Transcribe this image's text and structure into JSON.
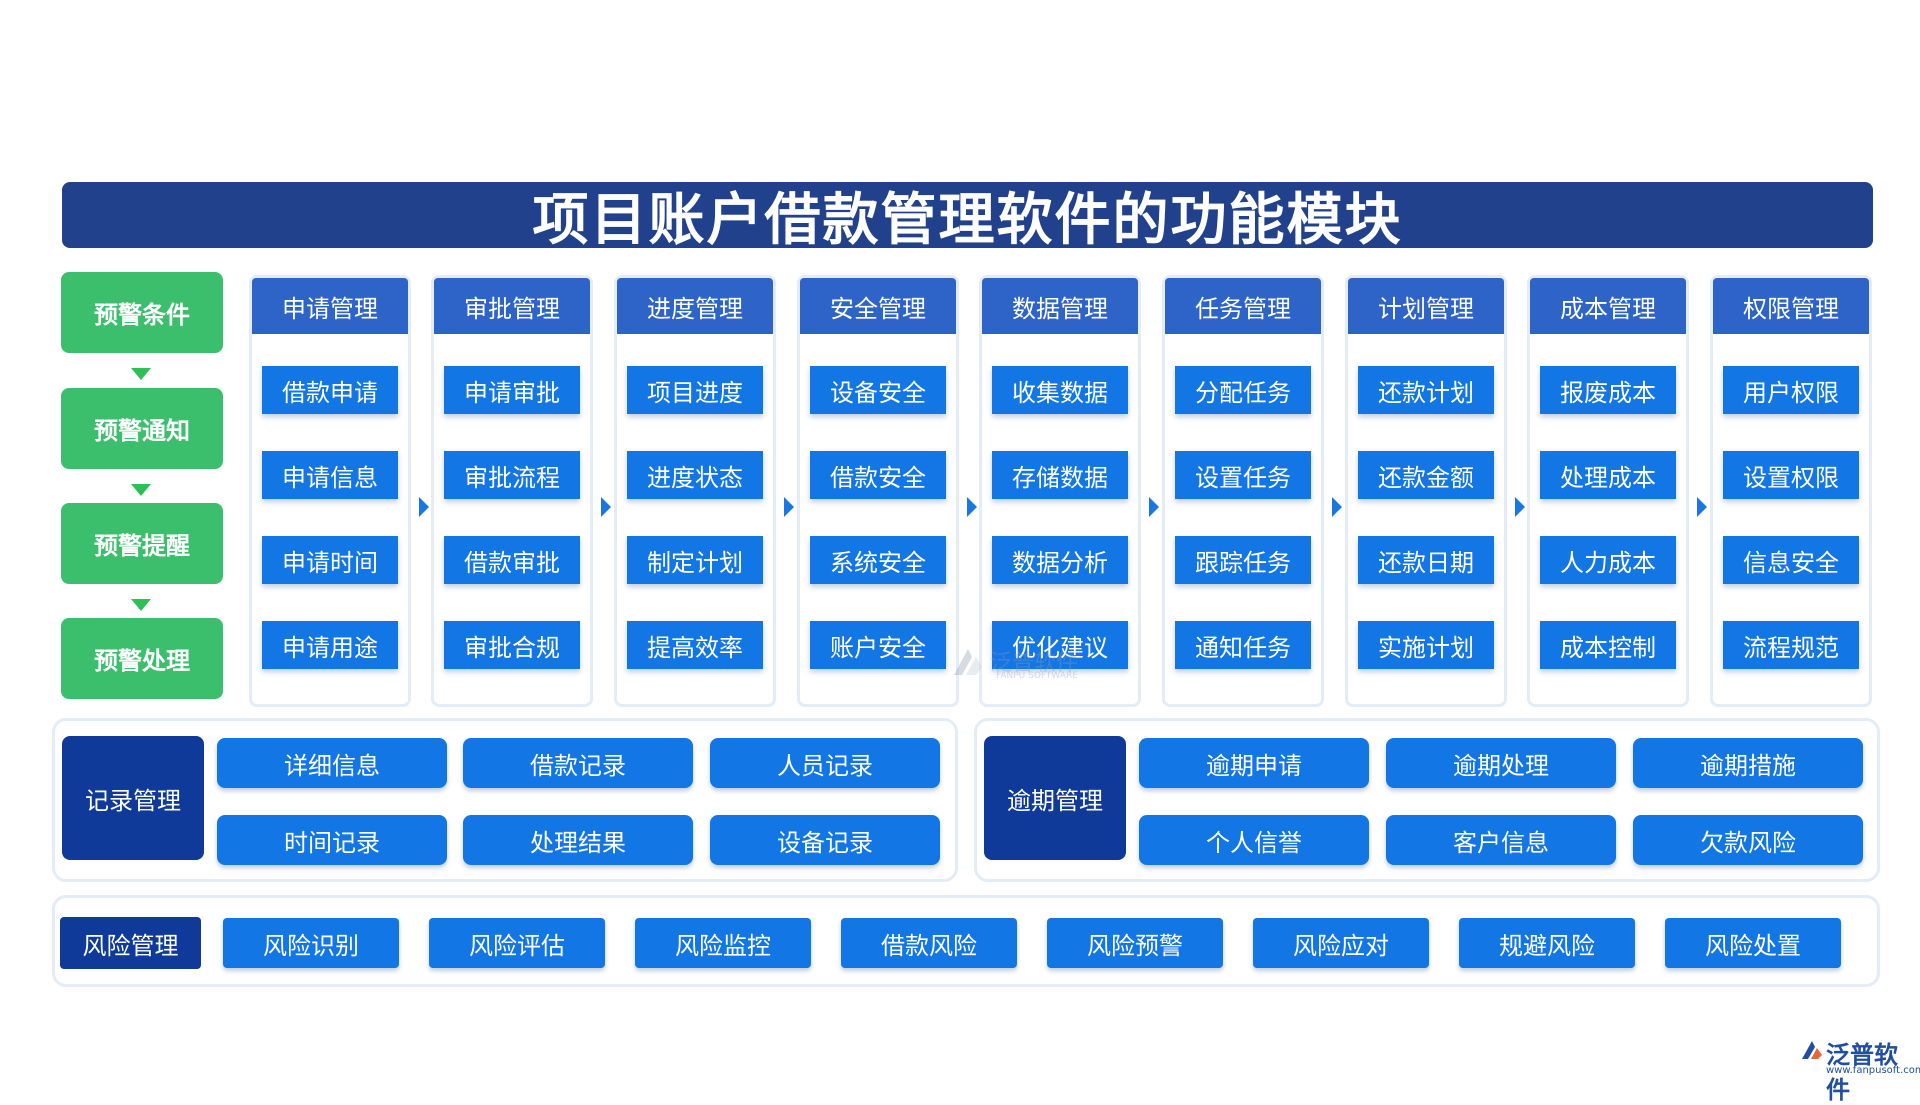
{
  "title": "项目账户借款管理软件的功能模块",
  "warning_steps": [
    "预警条件",
    "预警通知",
    "预警提醒",
    "预警处理"
  ],
  "modules": [
    {
      "name": "申请管理",
      "items": [
        "借款申请",
        "申请信息",
        "申请时间",
        "申请用途"
      ]
    },
    {
      "name": "审批管理",
      "items": [
        "申请审批",
        "审批流程",
        "借款审批",
        "审批合规"
      ]
    },
    {
      "name": "进度管理",
      "items": [
        "项目进度",
        "进度状态",
        "制定计划",
        "提高效率"
      ]
    },
    {
      "name": "安全管理",
      "items": [
        "设备安全",
        "借款安全",
        "系统安全",
        "账户安全"
      ]
    },
    {
      "name": "数据管理",
      "items": [
        "收集数据",
        "存储数据",
        "数据分析",
        "优化建议"
      ]
    },
    {
      "name": "任务管理",
      "items": [
        "分配任务",
        "设置任务",
        "跟踪任务",
        "通知任务"
      ]
    },
    {
      "name": "计划管理",
      "items": [
        "还款计划",
        "还款金额",
        "还款日期",
        "实施计划"
      ]
    },
    {
      "name": "成本管理",
      "items": [
        "报废成本",
        "处理成本",
        "人力成本",
        "成本控制"
      ]
    },
    {
      "name": "权限管理",
      "items": [
        "用户权限",
        "设置权限",
        "信息安全",
        "流程规范"
      ]
    }
  ],
  "record": {
    "name": "记录管理",
    "items": [
      "详细信息",
      "借款记录",
      "人员记录",
      "时间记录",
      "处理结果",
      "设备记录"
    ]
  },
  "overdue": {
    "name": "逾期管理",
    "items": [
      "逾期申请",
      "逾期处理",
      "逾期措施",
      "个人信誉",
      "客户信息",
      "欠款风险"
    ]
  },
  "risk": {
    "name": "风险管理",
    "items": [
      "风险识别",
      "风险评估",
      "风险监控",
      "借款风险",
      "风险预警",
      "风险应对",
      "规避风险",
      "风险处置"
    ]
  },
  "watermark": {
    "text": "泛普软件",
    "sub": "FANPU SOFTWARE"
  },
  "logo": {
    "text": "泛普软件",
    "url": "www.fanpusoft.com"
  },
  "colors": {
    "title_bg": "#21418c",
    "green": "#3cbf6c",
    "blue": "#1376e5",
    "header_blue": "#2e63c7",
    "dark_blue": "#0f3a9a"
  }
}
